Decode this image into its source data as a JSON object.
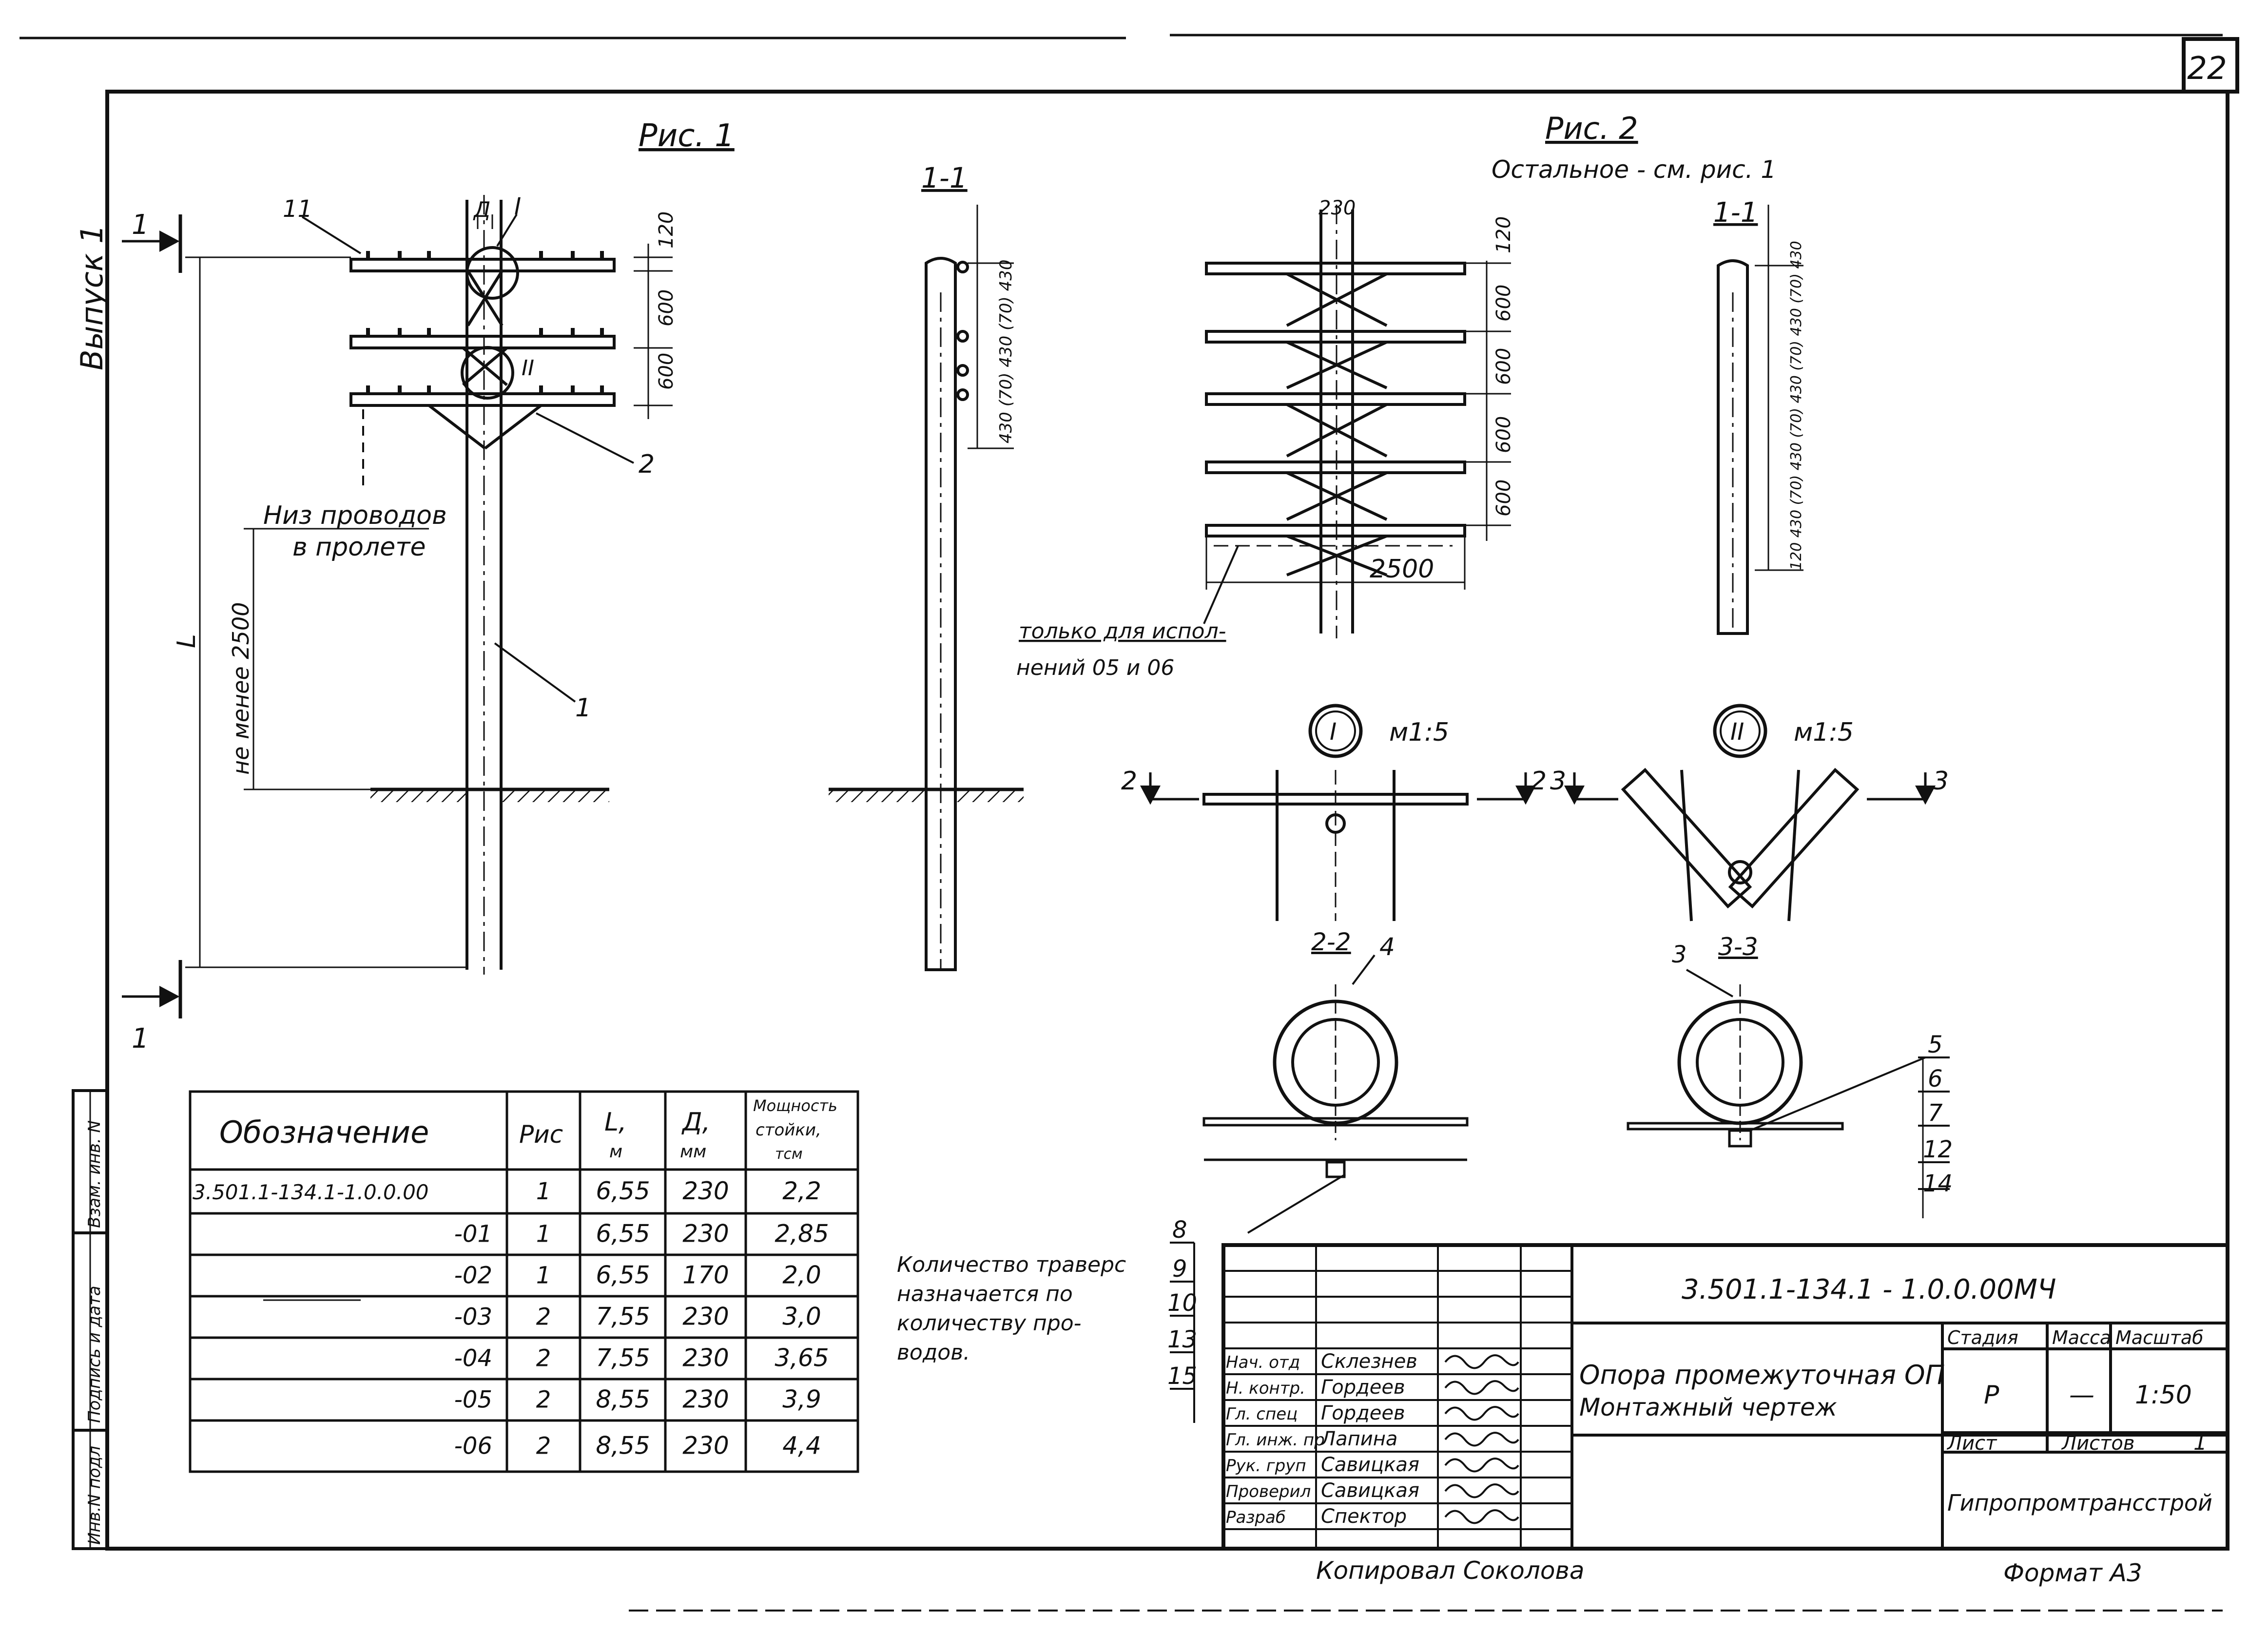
{
  "sheet": {
    "number": "22",
    "issue_label": "Выпуск 1",
    "copied_by": "Копировал  Соколова",
    "format": "Формат А3"
  },
  "side_stamp": {
    "inv_original": "Инв.N подл",
    "signature_date": "Подпись и дата",
    "replace_inv": "Взам. инв. N"
  },
  "figure1": {
    "title": "Рис. 1",
    "section_title": "1-1",
    "section_mark": "1",
    "callouts": {
      "c11": "11",
      "cD": "Д",
      "cI": "I",
      "cII": "II",
      "c2": "2",
      "c1": "1"
    },
    "dims": {
      "d120": "120",
      "d600a": "600",
      "d600b": "600",
      "sec_spacing": "430 (70) 430 (70) 430"
    },
    "wires_label_line1": "Низ проводов",
    "wires_label_line2": "в пролете",
    "min_label": "не менее 2500",
    "length_label": "L"
  },
  "figure2": {
    "title": "Рис. 2",
    "subtitle": "Остальное - см. рис. 1",
    "width_dim": "230",
    "dims": [
      "120",
      "600",
      "600",
      "600",
      "600"
    ],
    "span_dim": "2500",
    "section_title": "1-1",
    "sec_dims": "120  430 (70) 430 (70) 430 (70) 430 (70) 430",
    "note_line1": "только для испол-",
    "note_line2": "нений 05 и 06"
  },
  "details": {
    "I": {
      "mark": "I",
      "scale": "м1:5",
      "cut": "2"
    },
    "II": {
      "mark": "II",
      "scale": "м1:5",
      "cut": "3"
    },
    "s22": {
      "title": "2-2",
      "callout": "4"
    },
    "s33": {
      "title": "3-3",
      "callout": "3"
    },
    "items_right": [
      "5",
      "6",
      "7",
      "12",
      "14"
    ],
    "items_left": [
      "8",
      "9",
      "10",
      "13",
      "15"
    ]
  },
  "note": {
    "line1": "Количество траверс",
    "line2": "назначается по",
    "line3": "количеству про-",
    "line4": "водов."
  },
  "table": {
    "headers": {
      "designation": "Обозначение",
      "fig": "Рис",
      "L": "L,",
      "L_unit": "м",
      "D": "Д,",
      "D_unit": "мм",
      "power1": "Мощность",
      "power2": "стойки,",
      "power3": "тсм"
    },
    "rows": [
      {
        "designation": "3.501.1-134.1-1.0.0.00",
        "fig": "1",
        "L": "6,55",
        "D": "230",
        "power": "2,2"
      },
      {
        "designation": "-01",
        "fig": "1",
        "L": "6,55",
        "D": "230",
        "power": "2,85"
      },
      {
        "designation": "-02",
        "fig": "1",
        "L": "6,55",
        "D": "170",
        "power": "2,0"
      },
      {
        "designation": "-03",
        "fig": "2",
        "L": "7,55",
        "D": "230",
        "power": "3,0"
      },
      {
        "designation": "-04",
        "fig": "2",
        "L": "7,55",
        "D": "230",
        "power": "3,65"
      },
      {
        "designation": "-05",
        "fig": "2",
        "L": "8,55",
        "D": "230",
        "power": "3,9"
      },
      {
        "designation": "-06",
        "fig": "2",
        "L": "8,55",
        "D": "230",
        "power": "4,4"
      }
    ]
  },
  "title_block": {
    "code": "3.501.1-134.1 - 1.0.0.00МЧ",
    "name_line1": "Опора промежуточная ОП",
    "name_line2": "Монтажный  чертеж",
    "stage_h": "Стадия",
    "mass_h": "Масса",
    "scale_h": "Масштаб",
    "stage": "Р",
    "mass": "—",
    "scale": "1:50",
    "sheet_h": "Лист",
    "sheets_h": "Листов",
    "sheets": "1",
    "org": "Гипропромтрансстрой",
    "staff": [
      {
        "role": "Нач. отд",
        "name": "Склезнев"
      },
      {
        "role": "Н. контр.",
        "name": "Гордеев"
      },
      {
        "role": "Гл. спец",
        "name": "Гордеев"
      },
      {
        "role": "Гл. инж. пр",
        "name": "Лапина"
      },
      {
        "role": "Рук. груп",
        "name": "Савицкая"
      },
      {
        "role": "Проверил",
        "name": "Савицкая"
      },
      {
        "role": "Разраб",
        "name": "Спектор"
      }
    ]
  }
}
